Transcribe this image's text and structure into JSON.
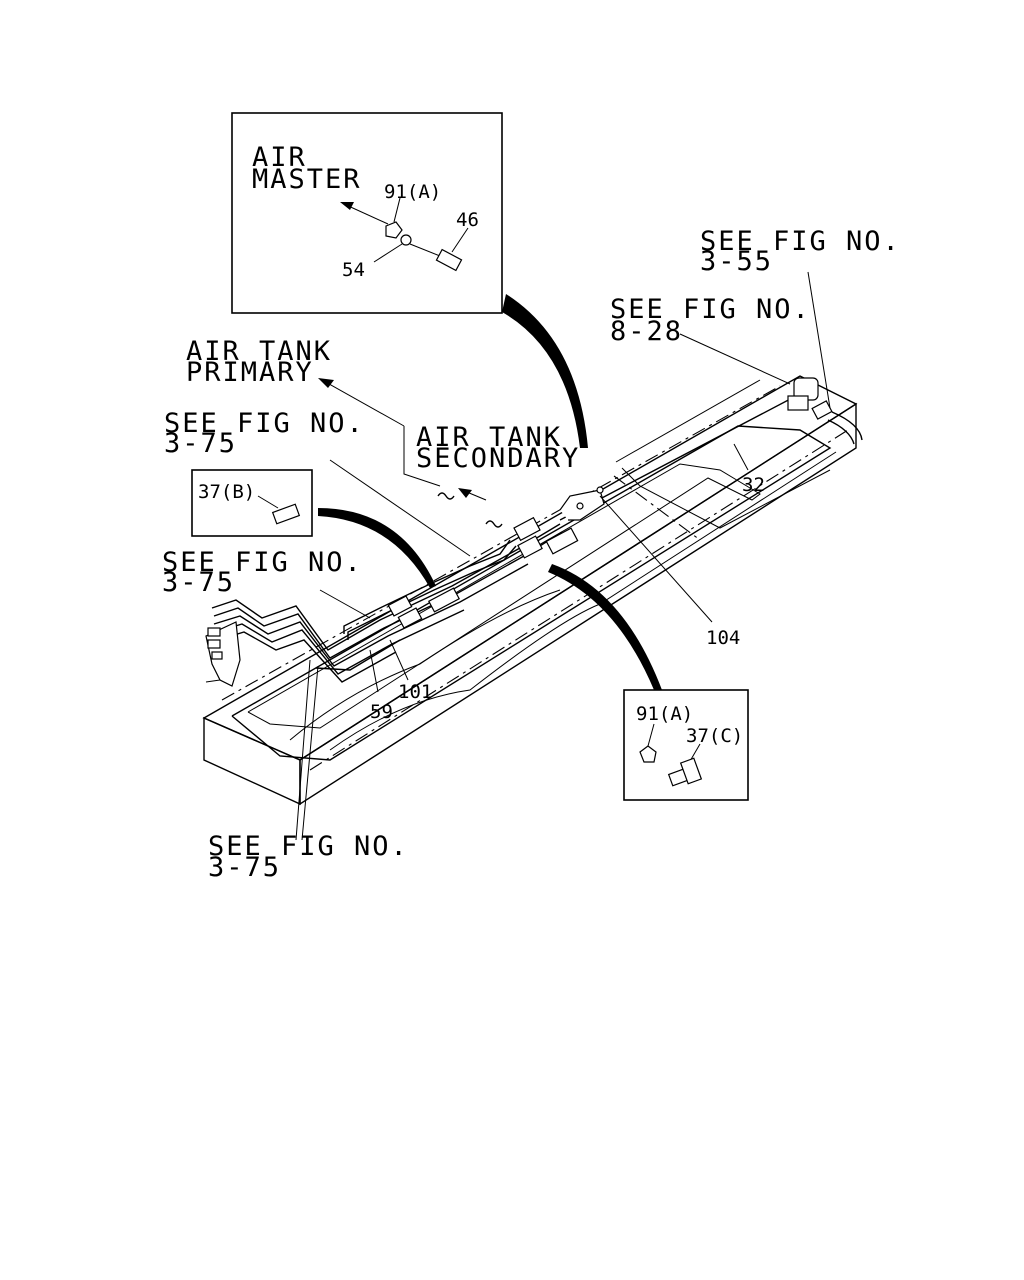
{
  "labels": {
    "air_master_1": "AIR",
    "air_master_2": "MASTER",
    "inset1_part_a": "91(A)",
    "inset1_part_b": "46",
    "inset1_part_c": "54",
    "ref_355_1": "SEE FIG NO.",
    "ref_355_2": "3-55",
    "ref_828_1": "SEE FIG NO.",
    "ref_828_2": "8-28",
    "air_tank_primary_1": "AIR TANK",
    "air_tank_primary_2": "PRIMARY",
    "ref_375a_1": "SEE FIG NO.",
    "ref_375a_2": "3-75",
    "air_tank_secondary_1": "AIR TANK",
    "air_tank_secondary_2": "SECONDARY",
    "part_32": "32",
    "inset2_part": "37(B)",
    "ref_375b_1": "SEE FIG NO.",
    "ref_375b_2": "3-75",
    "part_104": "104",
    "part_59": "59",
    "part_101": "101",
    "inset3_part_a": "91(A)",
    "inset3_part_b": "37(C)",
    "ref_375c_1": "SEE FIG NO.",
    "ref_375c_2": "3-75"
  }
}
